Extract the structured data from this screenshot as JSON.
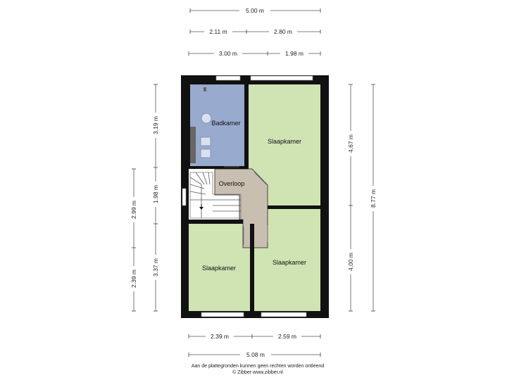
{
  "colors": {
    "wall": "#111111",
    "bathroom": "#98aacd",
    "bedroom": "#cfe3b3",
    "landing": "#c9bfb0",
    "window": "#ffffff",
    "dimension_line": "#555555"
  },
  "rooms": {
    "bathroom": "Badkamer",
    "bedroom_large": "Slaapkamer",
    "landing": "Overloop",
    "bedroom_bottom_left": "Slaapkamer",
    "bedroom_bottom_right": "Slaapkamer"
  },
  "dimensions": {
    "top_total": "5.00 m",
    "top_row2_left": "2.11 m",
    "top_row2_right": "2.80 m",
    "top_row3_left": "3.00 m",
    "top_row3_right": "1.98 m",
    "bottom_left": "2.39 m",
    "bottom_right": "2.59 m",
    "bottom_total": "5.08 m",
    "left_inner_top": "3.19 m",
    "left_inner_mid": "1.98 m",
    "left_inner_bottom": "3.37 m",
    "left_outer_top": "2.99 m",
    "left_outer_bottom": "2.39 m",
    "right_inner_top": "4.67 m",
    "right_inner_bottom": "4.00 m",
    "right_outer": "8.77 m"
  },
  "footer": {
    "line1": "Aan de plattegronden kunnen geen rechten worden ontleend",
    "line2": "© Zibber www.zibber.nl"
  }
}
